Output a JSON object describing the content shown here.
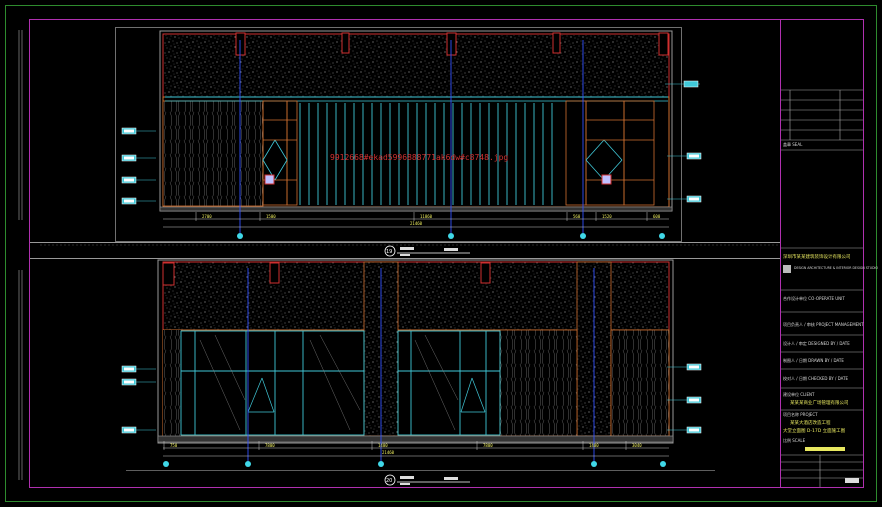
{
  "drawing": {
    "watermark": "9912668#ekad5996888771ak6dw#c8748.jpg",
    "view1": {
      "number": "19",
      "dims": [
        "2700",
        "1500",
        "11860",
        "560",
        "1520",
        "600"
      ],
      "total": "21460"
    },
    "view2": {
      "number": "20",
      "dims": [
        "750",
        "7800",
        "1400",
        "7800",
        "1400",
        "3040"
      ],
      "total": "21460"
    }
  },
  "title_block": {
    "seal": "盖章 SEAL",
    "company_cn": "深圳市某某建筑装饰设计有限公司",
    "company_en": "DESIGN ARCHITECTURE & INTERIOR DESIGN STUDIO",
    "consultant": "合作设计单位 CO-OPERATE UNIT",
    "project_owner": "项目负责人 / 审核 PROJECT MANAGEMENT",
    "designer": "设计人 / 审定 DESIGNED BY / DATE",
    "drawn": "制图人 / 日期 DRAWN BY / DATE",
    "checked": "校对人 / 日期 CHECKED BY / DATE",
    "client": "建设单位 CLIENT",
    "client_name": "某某某商业广场管理有限公司",
    "project": "项目名称 PROJECT",
    "project_name": "某某大酒店改造工程",
    "drawing_name": "大堂立面图 D-17D 立面施工图",
    "scale": "比例 SCALE"
  }
}
